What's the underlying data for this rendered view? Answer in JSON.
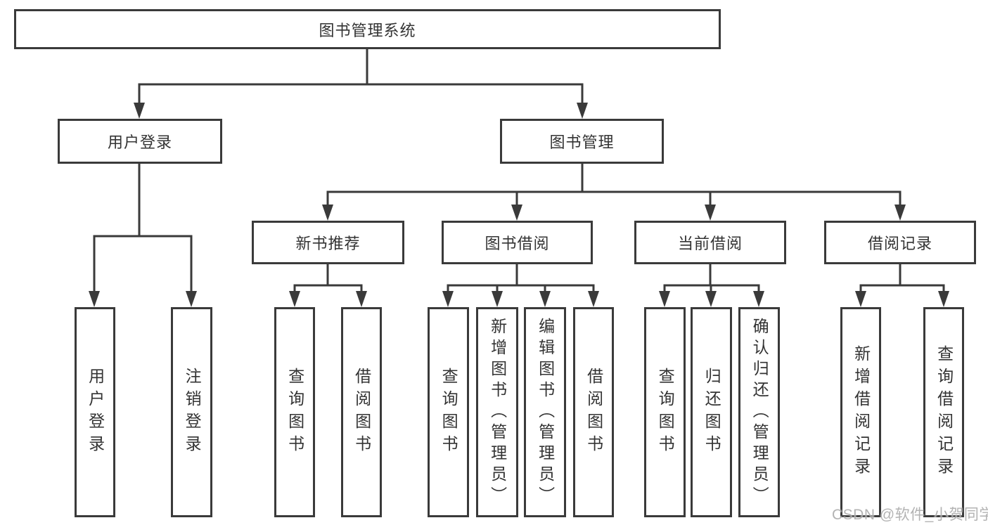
{
  "diagram": {
    "root_label": "图书管理系统",
    "branches": [
      {
        "label": "用户登录",
        "leaves": [
          "用户登录",
          "注销登录"
        ]
      },
      {
        "label": "图书管理",
        "sections": [
          {
            "label": "新书推荐",
            "leaves": [
              "查询图书",
              "借阅图书"
            ]
          },
          {
            "label": "图书借阅",
            "leaves": [
              "查询图书",
              "新增图书（管理员）",
              "编辑图书（管理员）",
              "借阅图书"
            ]
          },
          {
            "label": "当前借阅",
            "leaves": [
              "查询图书",
              "归还图书",
              "确认归还（管理员）"
            ]
          },
          {
            "label": "借阅记录",
            "leaves": [
              "新增借阅记录",
              "查询借阅记录"
            ]
          }
        ]
      }
    ]
  },
  "colors": {
    "line": "#3a3a3a",
    "text": "#333333",
    "watermark": "#ababab",
    "background": "#ffffff"
  },
  "watermark": "CSDN @软件_小贺同学"
}
